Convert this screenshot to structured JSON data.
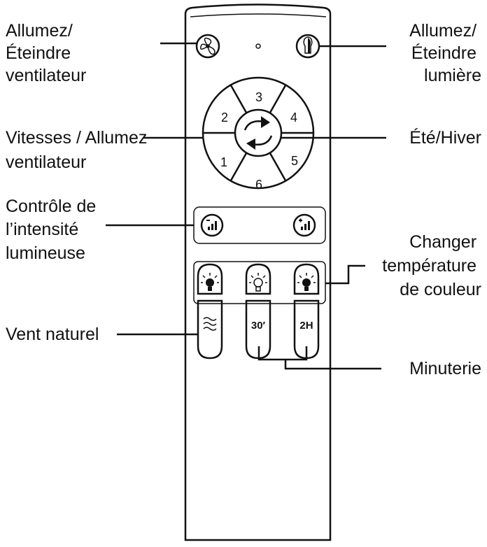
{
  "labels": {
    "fan_power": [
      "Allumez/",
      "Éteindre",
      "ventilateur"
    ],
    "light_power": [
      "Allumez/",
      "Éteindre",
      "lumière"
    ],
    "speeds": [
      "Vitesses / Allumez",
      "ventilateur"
    ],
    "season": "Été/Hiver",
    "dimmer": [
      "Contrôle de",
      "l’intensité",
      "lumineuse"
    ],
    "color_temp": [
      "Changer",
      "température",
      "de couleur"
    ],
    "natural_wind": "Vent naturel",
    "timer": "Minuterie"
  },
  "speed_buttons": [
    "1",
    "2",
    "3",
    "4",
    "5",
    "6"
  ],
  "timer_buttons": {
    "t30": "30′",
    "t2h": "2H"
  }
}
